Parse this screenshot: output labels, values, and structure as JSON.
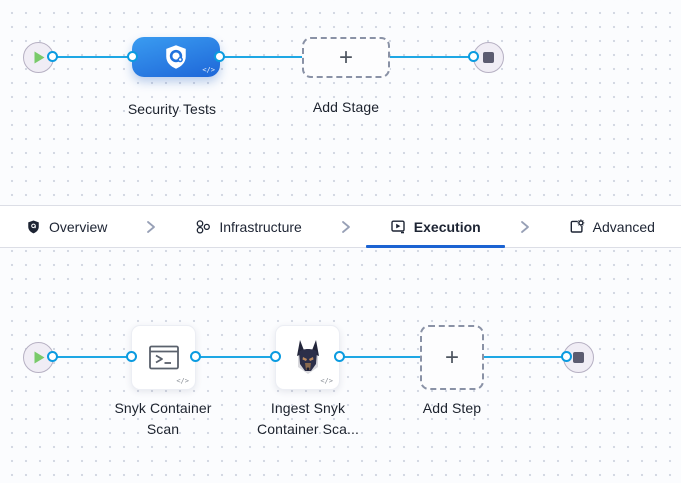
{
  "stage_canvas": {
    "stage_label": "Security Tests",
    "add_stage_label": "Add Stage"
  },
  "tabs": {
    "items": [
      {
        "label": "Overview",
        "icon": "shield-icon",
        "active": false
      },
      {
        "label": "Infrastructure",
        "icon": "nodes-cluster-icon",
        "active": false
      },
      {
        "label": "Execution",
        "icon": "play-box-icon",
        "active": true
      },
      {
        "label": "Advanced",
        "icon": "box-gear-icon",
        "active": false
      }
    ],
    "active_tab": "Execution"
  },
  "step_canvas": {
    "steps": [
      {
        "label": "Snyk Container Scan",
        "icon": "terminal-icon"
      },
      {
        "label": "Ingest Snyk Container Sca...",
        "icon": "snyk-doberman-icon"
      }
    ],
    "add_step_label": "Add Step"
  },
  "icons": {
    "code_badge": "</>",
    "start_node": "play-icon",
    "end_node": "stop-icon"
  },
  "colors": {
    "edge_blue": "#1ea7e4",
    "port_ring_blue": "#0b9be0",
    "stage_gradient_start": "#3a9cf1",
    "stage_gradient_end": "#1e66d8",
    "active_tab_underline": "#1b63d2",
    "play_green": "#79ca6a",
    "stop_gray": "#5b5b70",
    "canvas_bg": "#fbfcfe"
  }
}
